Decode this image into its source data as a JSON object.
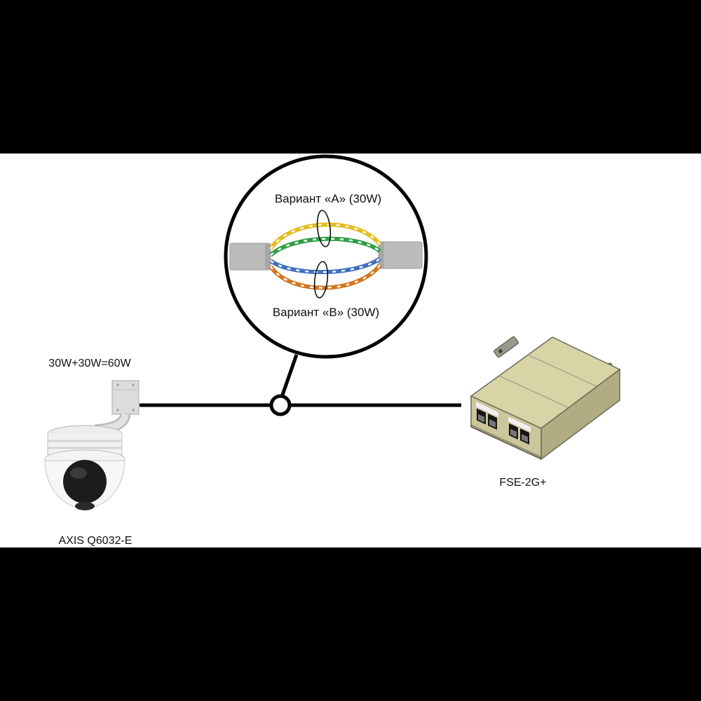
{
  "labels": {
    "variant_a": "Вариант «А» (30W)",
    "variant_b": "Вариант «B» (30W)",
    "power_sum": "30W+30W=60W",
    "camera_model": "AXIS Q6032-E",
    "injector_model": "FSE-2G+"
  },
  "wire_colors": {
    "yellow": "#e3bd20",
    "green": "#2f9e44",
    "blue": "#3f6fbe",
    "orange": "#d2751f"
  },
  "cable": {
    "sheath": "#bcbcbc",
    "sheath_edge": "#9a9a9a"
  },
  "injector": {
    "top": "#d9d4a6",
    "front": "#cbc69b",
    "side": "#b1ac82"
  },
  "colors": {
    "line": "#000000",
    "letterbox": "#000000",
    "canvas": "#ffffff"
  }
}
